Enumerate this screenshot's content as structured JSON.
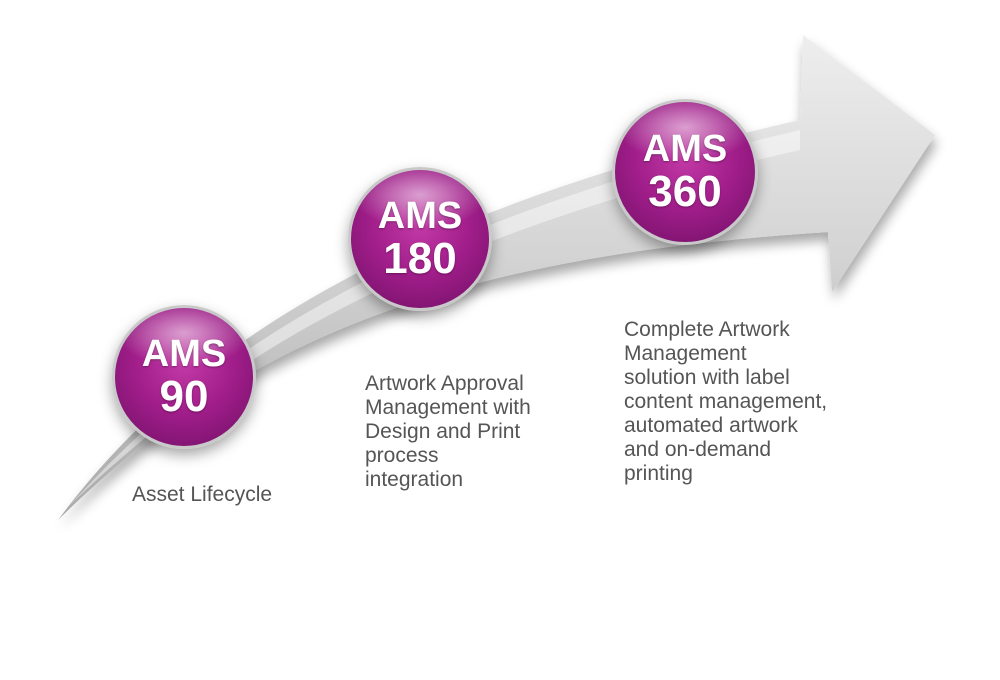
{
  "colors": {
    "badge_purple": "#a21e8b",
    "badge_purple_dark": "#6e0f64",
    "arrow_gray": "#cfcfcf",
    "text_gray": "#555555"
  },
  "milestones": [
    {
      "label_line1": "AMS",
      "label_line2": "90",
      "description": [
        "Asset Lifecycle"
      ]
    },
    {
      "label_line1": "AMS",
      "label_line2": "180",
      "description": [
        "Artwork Approval",
        "Management with",
        "Design and Print",
        "process",
        "integration"
      ]
    },
    {
      "label_line1": "AMS",
      "label_line2": "360",
      "description": [
        "Complete Artwork",
        "Management",
        "solution with label",
        "content management,",
        "automated artwork",
        "and on-demand",
        "printing"
      ]
    }
  ]
}
